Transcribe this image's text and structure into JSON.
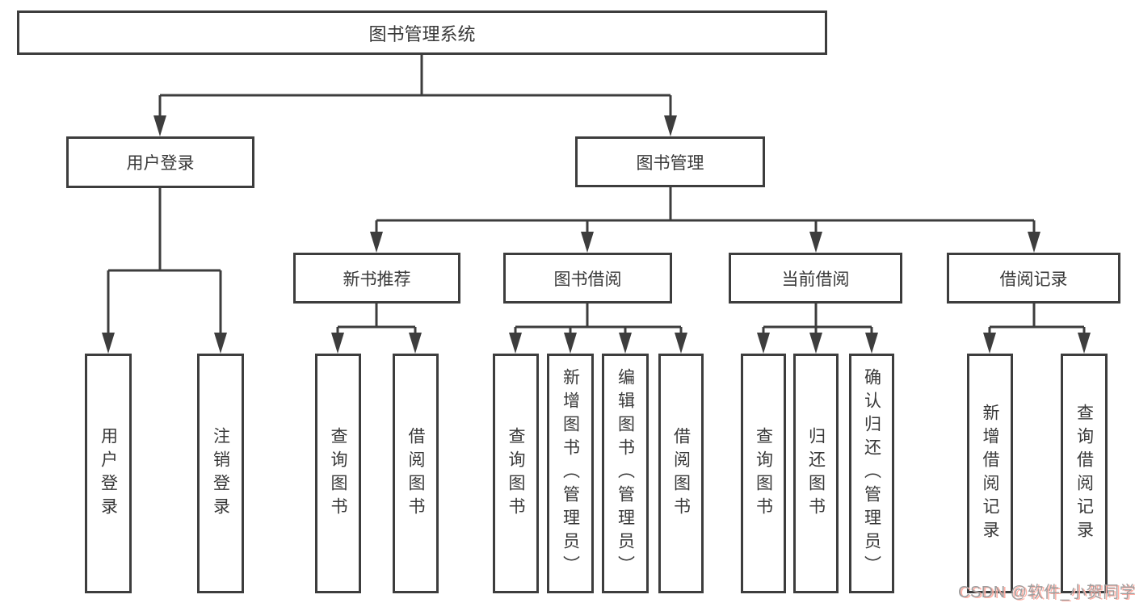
{
  "diagram": {
    "root": {
      "label": "图书管理系统",
      "children": [
        {
          "label": "用户登录",
          "children": [
            {
              "label": "用户登录"
            },
            {
              "label": "注销登录"
            }
          ]
        },
        {
          "label": "图书管理",
          "children": [
            {
              "label": "新书推荐",
              "children": [
                {
                  "label": "查询图书"
                },
                {
                  "label": "借阅图书"
                }
              ]
            },
            {
              "label": "图书借阅",
              "children": [
                {
                  "label": "查询图书"
                },
                {
                  "label": "新增图书（管理员）"
                },
                {
                  "label": "编辑图书（管理员）"
                },
                {
                  "label": "借阅图书"
                }
              ]
            },
            {
              "label": "当前借阅",
              "children": [
                {
                  "label": "查询图书"
                },
                {
                  "label": "归还图书"
                },
                {
                  "label": "确认归还（管理员）"
                }
              ]
            },
            {
              "label": "借阅记录",
              "children": [
                {
                  "label": "新增借阅记录"
                },
                {
                  "label": "查询借阅记录"
                }
              ]
            }
          ]
        }
      ]
    }
  },
  "watermark": {
    "text": "CSDN @软件_小贺同学"
  },
  "colors": {
    "line": "#3d3d3d",
    "text": "#383838",
    "background": "#ffffff",
    "watermark_gray": "#9e9e9e",
    "watermark_shadow": "#ffb0a6"
  }
}
